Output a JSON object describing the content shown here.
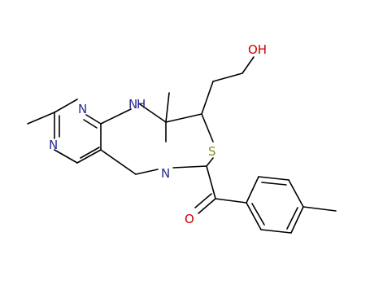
{
  "molecule": {
    "atoms": {
      "a_oh": {
        "text": "OH",
        "color": "#cc0000"
      },
      "a_nh": {
        "text": "N\nH",
        "color": "#2a2a8f"
      },
      "a_n1": {
        "text": "N",
        "color": "#2a2a8f"
      },
      "a_n2": {
        "text": "N",
        "color": "#2a2a8f"
      },
      "a_n3": {
        "text": "N",
        "color": "#2a2a8f"
      },
      "a_s": {
        "text": "S",
        "color": "#8a8a1a"
      },
      "a_o": {
        "text": "O",
        "color": "#cc0000"
      }
    }
  }
}
